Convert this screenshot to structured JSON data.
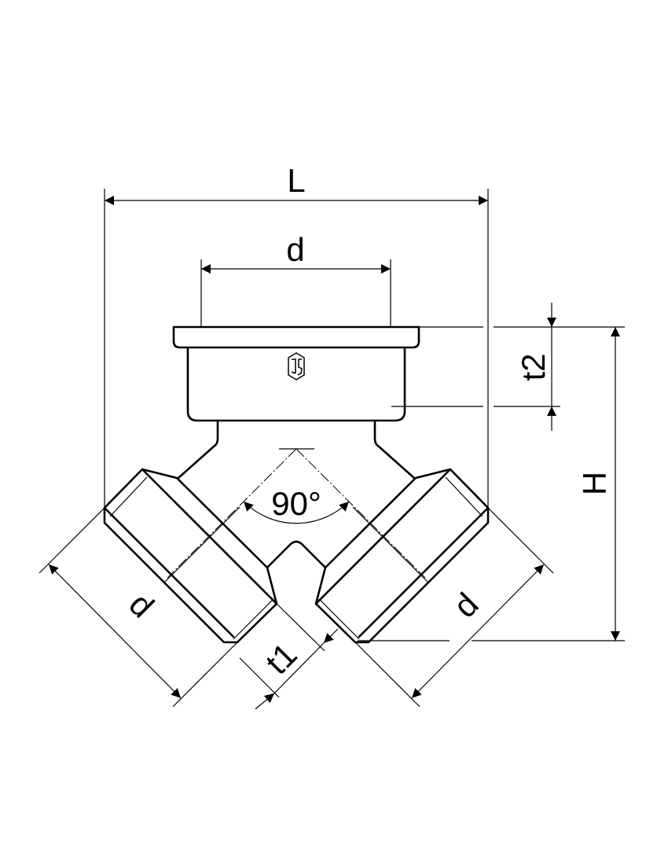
{
  "drawing": {
    "title": "Y-fitting 90° technical drawing",
    "line_color": "#000000",
    "background": "#ffffff",
    "dimensions": {
      "overall_length": "L",
      "top_socket_diameter": "d",
      "top_socket_depth": "t2",
      "overall_height": "H",
      "branch_angle": "90°",
      "left_branch_diameter": "d",
      "right_branch_diameter": "d",
      "branch_thread_depth": "t1"
    },
    "logo_text": "JS"
  }
}
